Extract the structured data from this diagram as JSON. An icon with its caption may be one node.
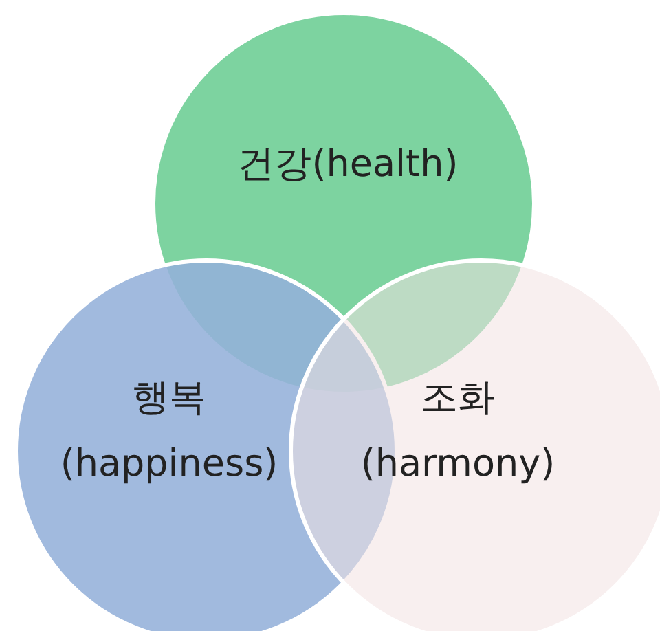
{
  "diagram": {
    "nodes": [
      {
        "text": [
          "건강(health)"
        ]
      },
      {
        "text": [
          "행복 (happiness)"
        ]
      },
      {
        "text": [
          "조화 (harmony)"
        ]
      }
    ]
  }
}
